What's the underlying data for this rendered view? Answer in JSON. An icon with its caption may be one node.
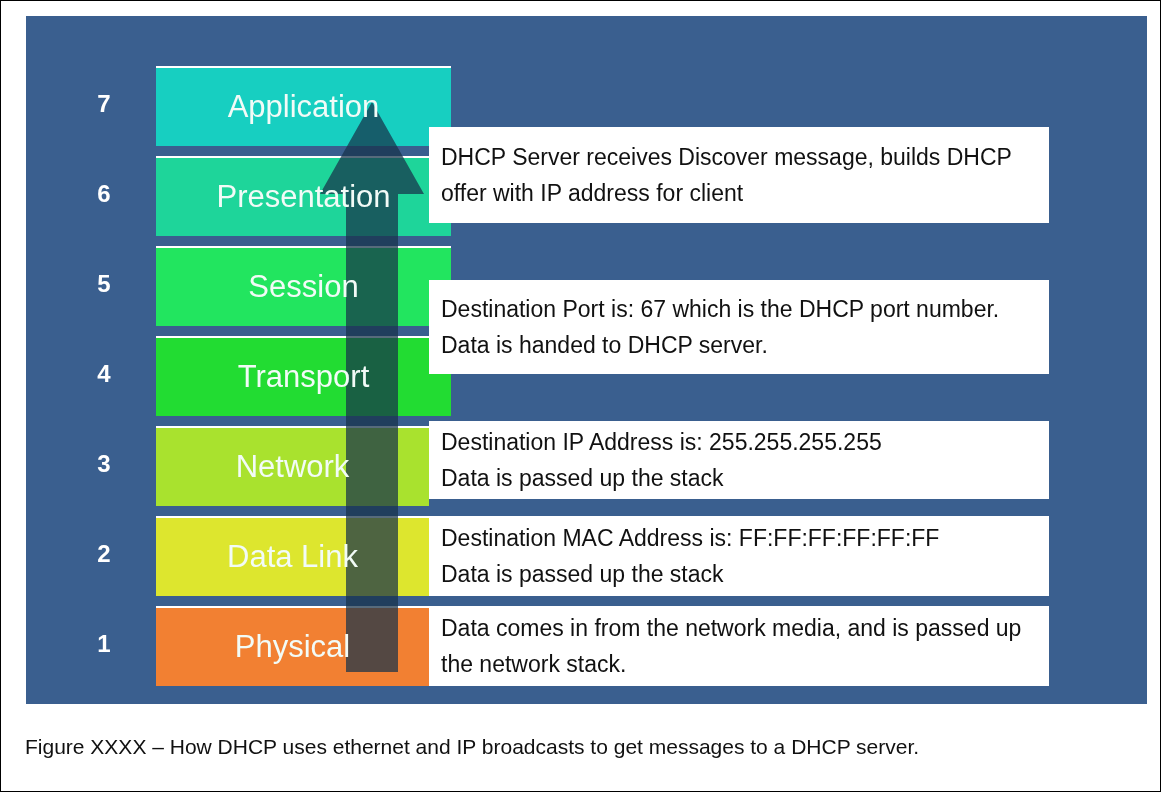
{
  "diagram": {
    "caption": "Figure XXXX – How DHCP uses ethernet and IP broadcasts to get messages to a DHCP server.",
    "nodes": [
      {
        "text": [
          "Application"
        ],
        "beside": [
          "7"
        ]
      },
      {
        "text": [
          "Presentation"
        ],
        "beside": [
          "6"
        ]
      },
      {
        "text": [
          "Session"
        ],
        "beside": [
          "5"
        ]
      },
      {
        "text": [
          "Transport"
        ],
        "beside": [
          "4"
        ]
      },
      {
        "text": [
          "Network"
        ],
        "beside": [
          "3"
        ]
      },
      {
        "text": [
          "Data Link"
        ],
        "beside": [
          "2"
        ]
      },
      {
        "text": [
          "Physical"
        ],
        "beside": [
          "1"
        ]
      },
      {
        "text": [
          "DHCP Server receives Discover message, builds DHCP offer with IP address for client"
        ]
      },
      {
        "text": [
          "Destination Port is: 67 which is the DHCP port number. Data is handed to DHCP server."
        ]
      },
      {
        "text": [
          "Destination IP Address is: 255.255.255.255",
          "Data is passed up the stack"
        ]
      },
      {
        "text": [
          "Destination MAC Address is: FF:FF:FF:FF:FF:FF",
          "Data is passed up the stack"
        ]
      },
      {
        "text": [
          "Data comes in from the network media, and is passed up the network stack."
        ]
      }
    ],
    "edges": [
      {
        "from": 6,
        "to": 0,
        "arrow": "to",
        "style": "thick"
      }
    ]
  }
}
